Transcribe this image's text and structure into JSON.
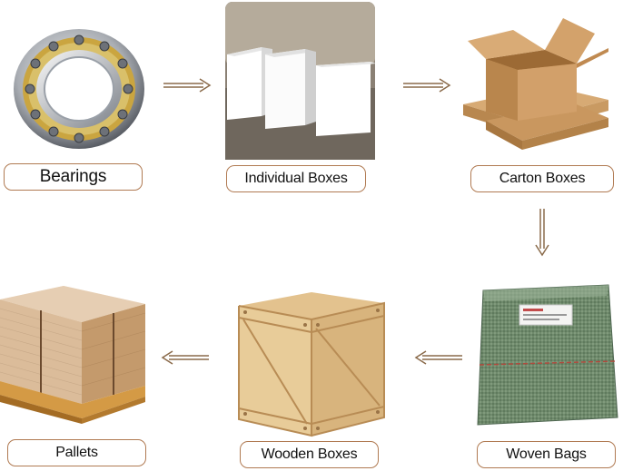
{
  "steps": [
    {
      "label": "Bearings",
      "icon": "bearing-image"
    },
    {
      "label": "Individual Boxes",
      "icon": "white-boxes-image"
    },
    {
      "label": "Carton Boxes",
      "icon": "carton-boxes-image"
    },
    {
      "label": "Woven Bags",
      "icon": "woven-bag-image"
    },
    {
      "label": "Wooden Boxes",
      "icon": "wooden-crate-image"
    },
    {
      "label": "Pallets",
      "icon": "pallet-image"
    }
  ],
  "colors": {
    "label_border": "#b07a52",
    "arrow": "#8a6a4a"
  }
}
